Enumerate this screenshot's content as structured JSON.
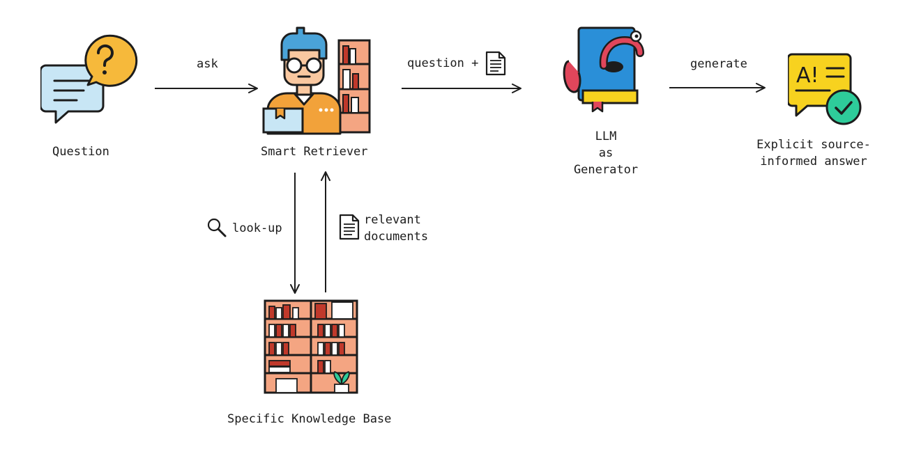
{
  "nodes": {
    "question": {
      "label": "Question",
      "icon": "question-chat-icon"
    },
    "retriever": {
      "label": "Smart Retriever",
      "icon": "librarian-icon"
    },
    "generator": {
      "line1": "LLM",
      "line2": "as",
      "line3": "Generator",
      "icon": "llm-book-worm-icon"
    },
    "answer": {
      "line1": "Explicit source-",
      "line2": "informed answer",
      "icon": "ai-answer-check-icon"
    },
    "knowledge_base": {
      "label": "Specific Knowledge Base",
      "icon": "bookshelf-icon"
    }
  },
  "edges": {
    "ask": "ask",
    "question_plus": "question +",
    "generate": "generate",
    "lookup": "look-up",
    "relevant_line1": "relevant",
    "relevant_line2": "documents"
  },
  "colors": {
    "stroke": "#1c1c1c",
    "yellow": "#f6b93b",
    "blue_light": "#c8e6f5",
    "book_blue": "#2a8fd8",
    "worm_red": "#e0465b",
    "shelf": "#f4a582",
    "shelf_dark": "#c0392b",
    "check_green": "#2ecc9a",
    "answer_yellow": "#f7d21f",
    "skin": "#f9c8a0",
    "shirt": "#f2a23a",
    "hair": "#4aa3d8"
  }
}
